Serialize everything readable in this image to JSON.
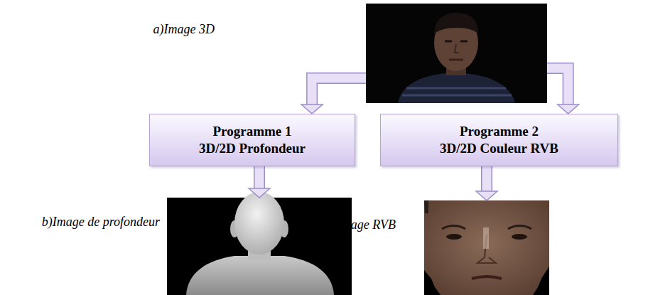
{
  "diagram": {
    "nodes": [
      {
        "text": [
          "a)Image 3D"
        ]
      },
      {
        "text": [
          "Programme 1",
          "3D/2D Profondeur"
        ]
      },
      {
        "text": [
          "Programme 2",
          "3D/2D Couleur RVB"
        ]
      },
      {
        "text": [
          "b)Image de profondeur"
        ]
      },
      {
        "text": [
          "c) Image RVB"
        ]
      }
    ],
    "edges": [
      {
        "from": 0,
        "to": 1,
        "arrow": "to"
      },
      {
        "from": 0,
        "to": 2,
        "arrow": "to"
      },
      {
        "from": 1,
        "to": 3,
        "arrow": "to"
      },
      {
        "from": 2,
        "to": 4,
        "arrow": "to"
      }
    ]
  }
}
